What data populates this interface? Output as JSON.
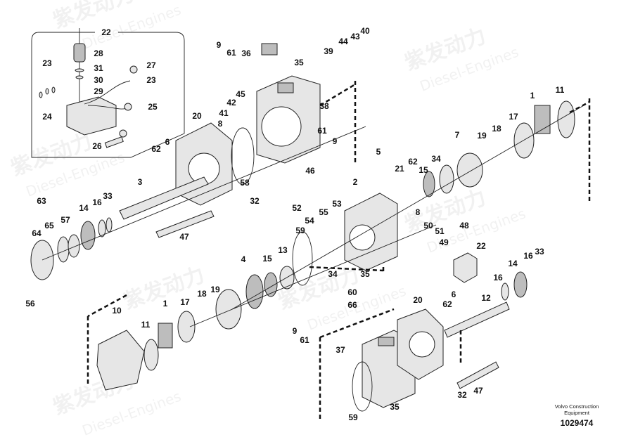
{
  "watermark": {
    "cn": "紫发动力",
    "en": "Diesel-Engines"
  },
  "caption": {
    "maker_line1": "Volvo Construction",
    "maker_line2": "Equipment",
    "drawing_number": "1029474"
  },
  "callouts": [
    "22",
    "28",
    "31",
    "30",
    "29",
    "27",
    "23",
    "23",
    "24",
    "25",
    "26",
    "9",
    "61",
    "36",
    "35",
    "39",
    "44",
    "43",
    "40",
    "45",
    "42",
    "41",
    "8",
    "38",
    "61",
    "9",
    "46",
    "58",
    "20",
    "62",
    "6",
    "3",
    "32",
    "47",
    "63",
    "64",
    "65",
    "57",
    "14",
    "16",
    "33",
    "56",
    "5",
    "21",
    "62",
    "15",
    "34",
    "7",
    "19",
    "18",
    "17",
    "1",
    "11",
    "2",
    "52",
    "55",
    "53",
    "54",
    "8",
    "50",
    "51",
    "48",
    "49",
    "22",
    "59",
    "13",
    "15",
    "4",
    "34",
    "35",
    "60",
    "66",
    "16",
    "14",
    "16",
    "33",
    "12",
    "6",
    "62",
    "20",
    "18",
    "19",
    "17",
    "1",
    "10",
    "11",
    "9",
    "61",
    "37",
    "35",
    "59",
    "47",
    "32"
  ]
}
